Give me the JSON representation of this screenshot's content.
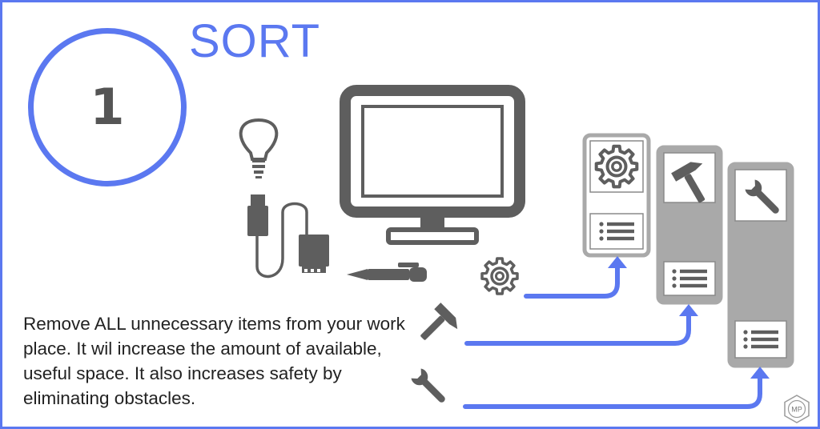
{
  "step": {
    "number": "1",
    "title": "SORT"
  },
  "description": "Remove ALL unnecessary items from your work place. It wil increase the amount of available, useful space. It also increases safety by eliminating obstacles.",
  "brand": {
    "logo_text": "MP"
  },
  "colors": {
    "accent": "#5b78f0",
    "icon_gray": "#5e5e5e",
    "card_border": "#a9a9a9",
    "card_fill": "#a9a9a9"
  },
  "icons": [
    "lightbulb-icon",
    "monitor-icon",
    "usb-cable-icon",
    "pen-icon",
    "gear-icon",
    "hammer-icon",
    "wrench-icon",
    "list-icon"
  ]
}
